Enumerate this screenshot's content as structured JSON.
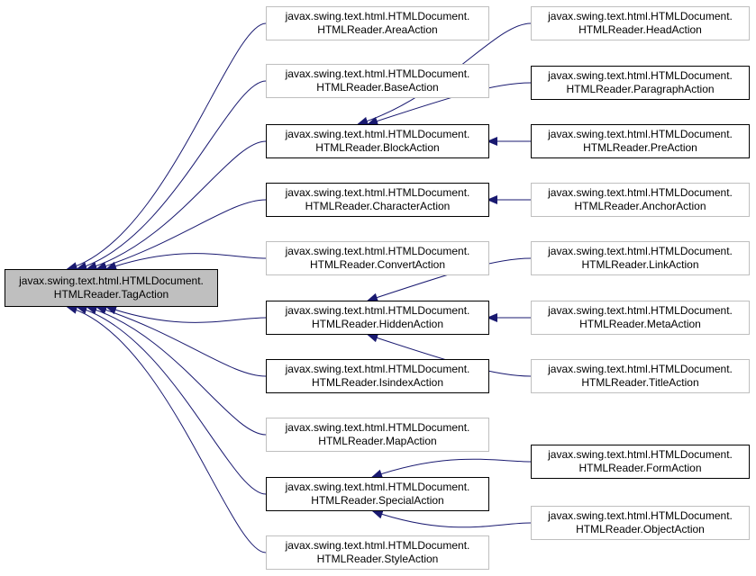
{
  "diagram": {
    "edge_color": "#191970",
    "nodes": {
      "tag": {
        "l1": "javax.swing.text.html.HTMLDocument.",
        "l2": "HTMLReader.TagAction"
      },
      "area": {
        "l1": "javax.swing.text.html.HTMLDocument.",
        "l2": "HTMLReader.AreaAction"
      },
      "base": {
        "l1": "javax.swing.text.html.HTMLDocument.",
        "l2": "HTMLReader.BaseAction"
      },
      "block": {
        "l1": "javax.swing.text.html.HTMLDocument.",
        "l2": "HTMLReader.BlockAction"
      },
      "character": {
        "l1": "javax.swing.text.html.HTMLDocument.",
        "l2": "HTMLReader.CharacterAction"
      },
      "convert": {
        "l1": "javax.swing.text.html.HTMLDocument.",
        "l2": "HTMLReader.ConvertAction"
      },
      "hidden": {
        "l1": "javax.swing.text.html.HTMLDocument.",
        "l2": "HTMLReader.HiddenAction"
      },
      "isindex": {
        "l1": "javax.swing.text.html.HTMLDocument.",
        "l2": "HTMLReader.IsindexAction"
      },
      "map": {
        "l1": "javax.swing.text.html.HTMLDocument.",
        "l2": "HTMLReader.MapAction"
      },
      "special": {
        "l1": "javax.swing.text.html.HTMLDocument.",
        "l2": "HTMLReader.SpecialAction"
      },
      "style": {
        "l1": "javax.swing.text.html.HTMLDocument.",
        "l2": "HTMLReader.StyleAction"
      },
      "head": {
        "l1": "javax.swing.text.html.HTMLDocument.",
        "l2": "HTMLReader.HeadAction"
      },
      "paragraph": {
        "l1": "javax.swing.text.html.HTMLDocument.",
        "l2": "HTMLReader.ParagraphAction"
      },
      "pre": {
        "l1": "javax.swing.text.html.HTMLDocument.",
        "l2": "HTMLReader.PreAction"
      },
      "anchor": {
        "l1": "javax.swing.text.html.HTMLDocument.",
        "l2": "HTMLReader.AnchorAction"
      },
      "link": {
        "l1": "javax.swing.text.html.HTMLDocument.",
        "l2": "HTMLReader.LinkAction"
      },
      "meta": {
        "l1": "javax.swing.text.html.HTMLDocument.",
        "l2": "HTMLReader.MetaAction"
      },
      "title": {
        "l1": "javax.swing.text.html.HTMLDocument.",
        "l2": "HTMLReader.TitleAction"
      },
      "form": {
        "l1": "javax.swing.text.html.HTMLDocument.",
        "l2": "HTMLReader.FormAction"
      },
      "object": {
        "l1": "javax.swing.text.html.HTMLDocument.",
        "l2": "HTMLReader.ObjectAction"
      }
    },
    "edges": [
      [
        "area",
        "tag"
      ],
      [
        "base",
        "tag"
      ],
      [
        "block",
        "tag"
      ],
      [
        "character",
        "tag"
      ],
      [
        "convert",
        "tag"
      ],
      [
        "hidden",
        "tag"
      ],
      [
        "isindex",
        "tag"
      ],
      [
        "map",
        "tag"
      ],
      [
        "special",
        "tag"
      ],
      [
        "style",
        "tag"
      ],
      [
        "head",
        "block"
      ],
      [
        "paragraph",
        "block"
      ],
      [
        "pre",
        "block"
      ],
      [
        "anchor",
        "character"
      ],
      [
        "link",
        "hidden"
      ],
      [
        "meta",
        "hidden"
      ],
      [
        "title",
        "hidden"
      ],
      [
        "form",
        "special"
      ],
      [
        "object",
        "special"
      ]
    ]
  }
}
